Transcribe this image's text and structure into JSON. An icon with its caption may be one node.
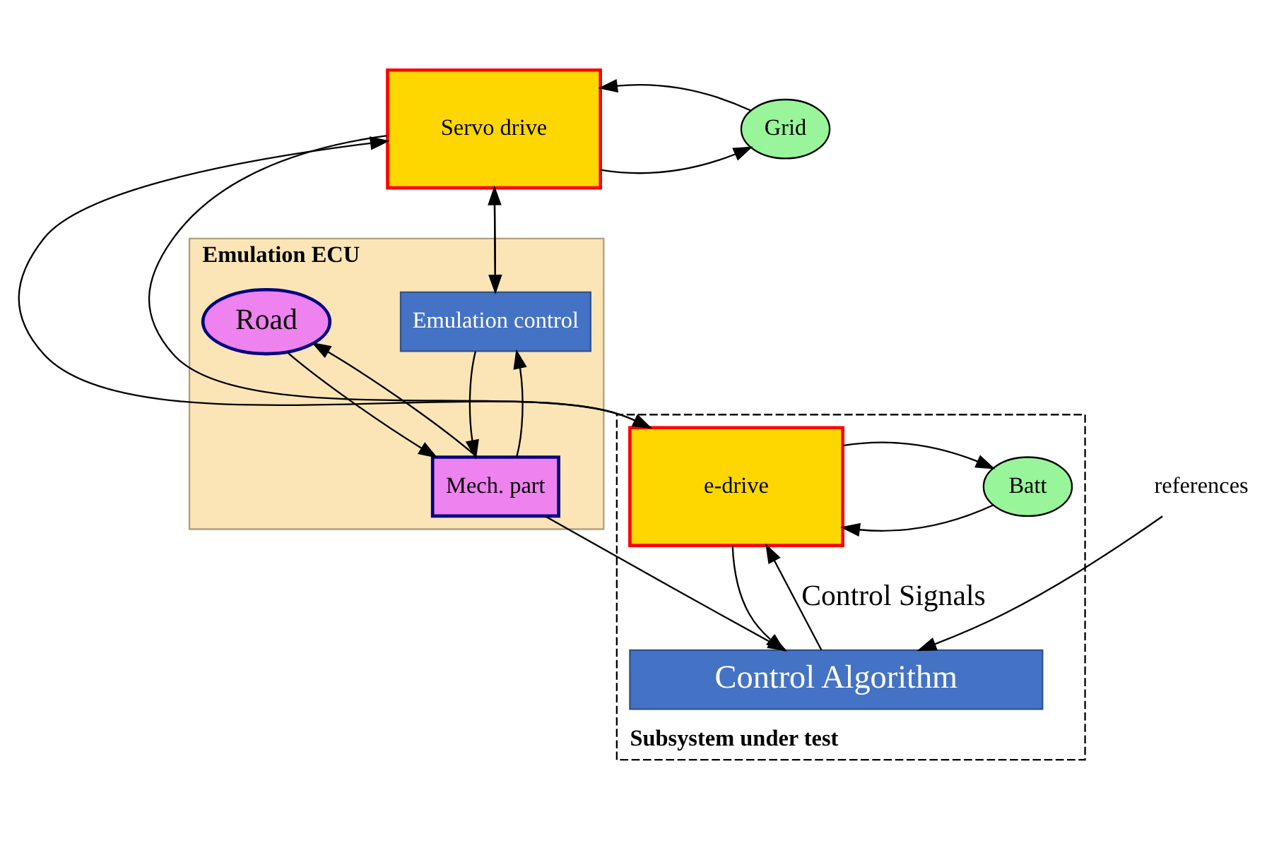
{
  "diagram": {
    "nodes": [
      {
        "text": [
          "Subsystem under test"
        ]
      },
      {
        "text": [
          "Batt"
        ],
        "in": 0
      },
      {
        "text": [
          "e-drive"
        ],
        "in": 0
      },
      {
        "text": [
          "Servo drive"
        ]
      },
      {
        "text": [
          "Grid"
        ]
      },
      {
        "text": [
          "Emulation ECU"
        ]
      },
      {
        "text": [
          "Emulation control"
        ],
        "in": 5
      },
      {
        "text": [
          "Mech. part"
        ],
        "in": 5
      },
      {
        "text": [
          "Road"
        ],
        "in": 5
      },
      {
        "text": [
          "Control Algorithm"
        ],
        "in": 0
      },
      {
        "text": [
          "references"
        ]
      }
    ],
    "edges": [
      {
        "from": 1,
        "to": 2,
        "arrow": "to"
      },
      {
        "from": 2,
        "to": 1,
        "arrow": "to"
      },
      {
        "from": 2,
        "to": 3,
        "arrow": "to"
      },
      {
        "from": 3,
        "to": 2,
        "arrow": "to"
      },
      {
        "from": 3,
        "to": 4,
        "arrow": "to"
      },
      {
        "from": 4,
        "to": 3,
        "arrow": "to"
      },
      {
        "from": 3,
        "to": 6,
        "arrow": "to"
      },
      {
        "from": 6,
        "to": 3,
        "arrow": "to"
      },
      {
        "from": 6,
        "to": 7,
        "arrow": "to"
      },
      {
        "from": 7,
        "to": 6,
        "arrow": "to"
      },
      {
        "from": 7,
        "to": 8,
        "arrow": "to"
      },
      {
        "from": 8,
        "to": 7,
        "arrow": "to"
      },
      {
        "from": 7,
        "to": 9,
        "arrow": "to"
      },
      {
        "from": 2,
        "to": 9,
        "arrow": "to"
      },
      {
        "from": 9,
        "to": 2,
        "arrow": "to",
        "label": "Control Signals"
      },
      {
        "from": 10,
        "to": 9,
        "arrow": "to"
      }
    ]
  }
}
